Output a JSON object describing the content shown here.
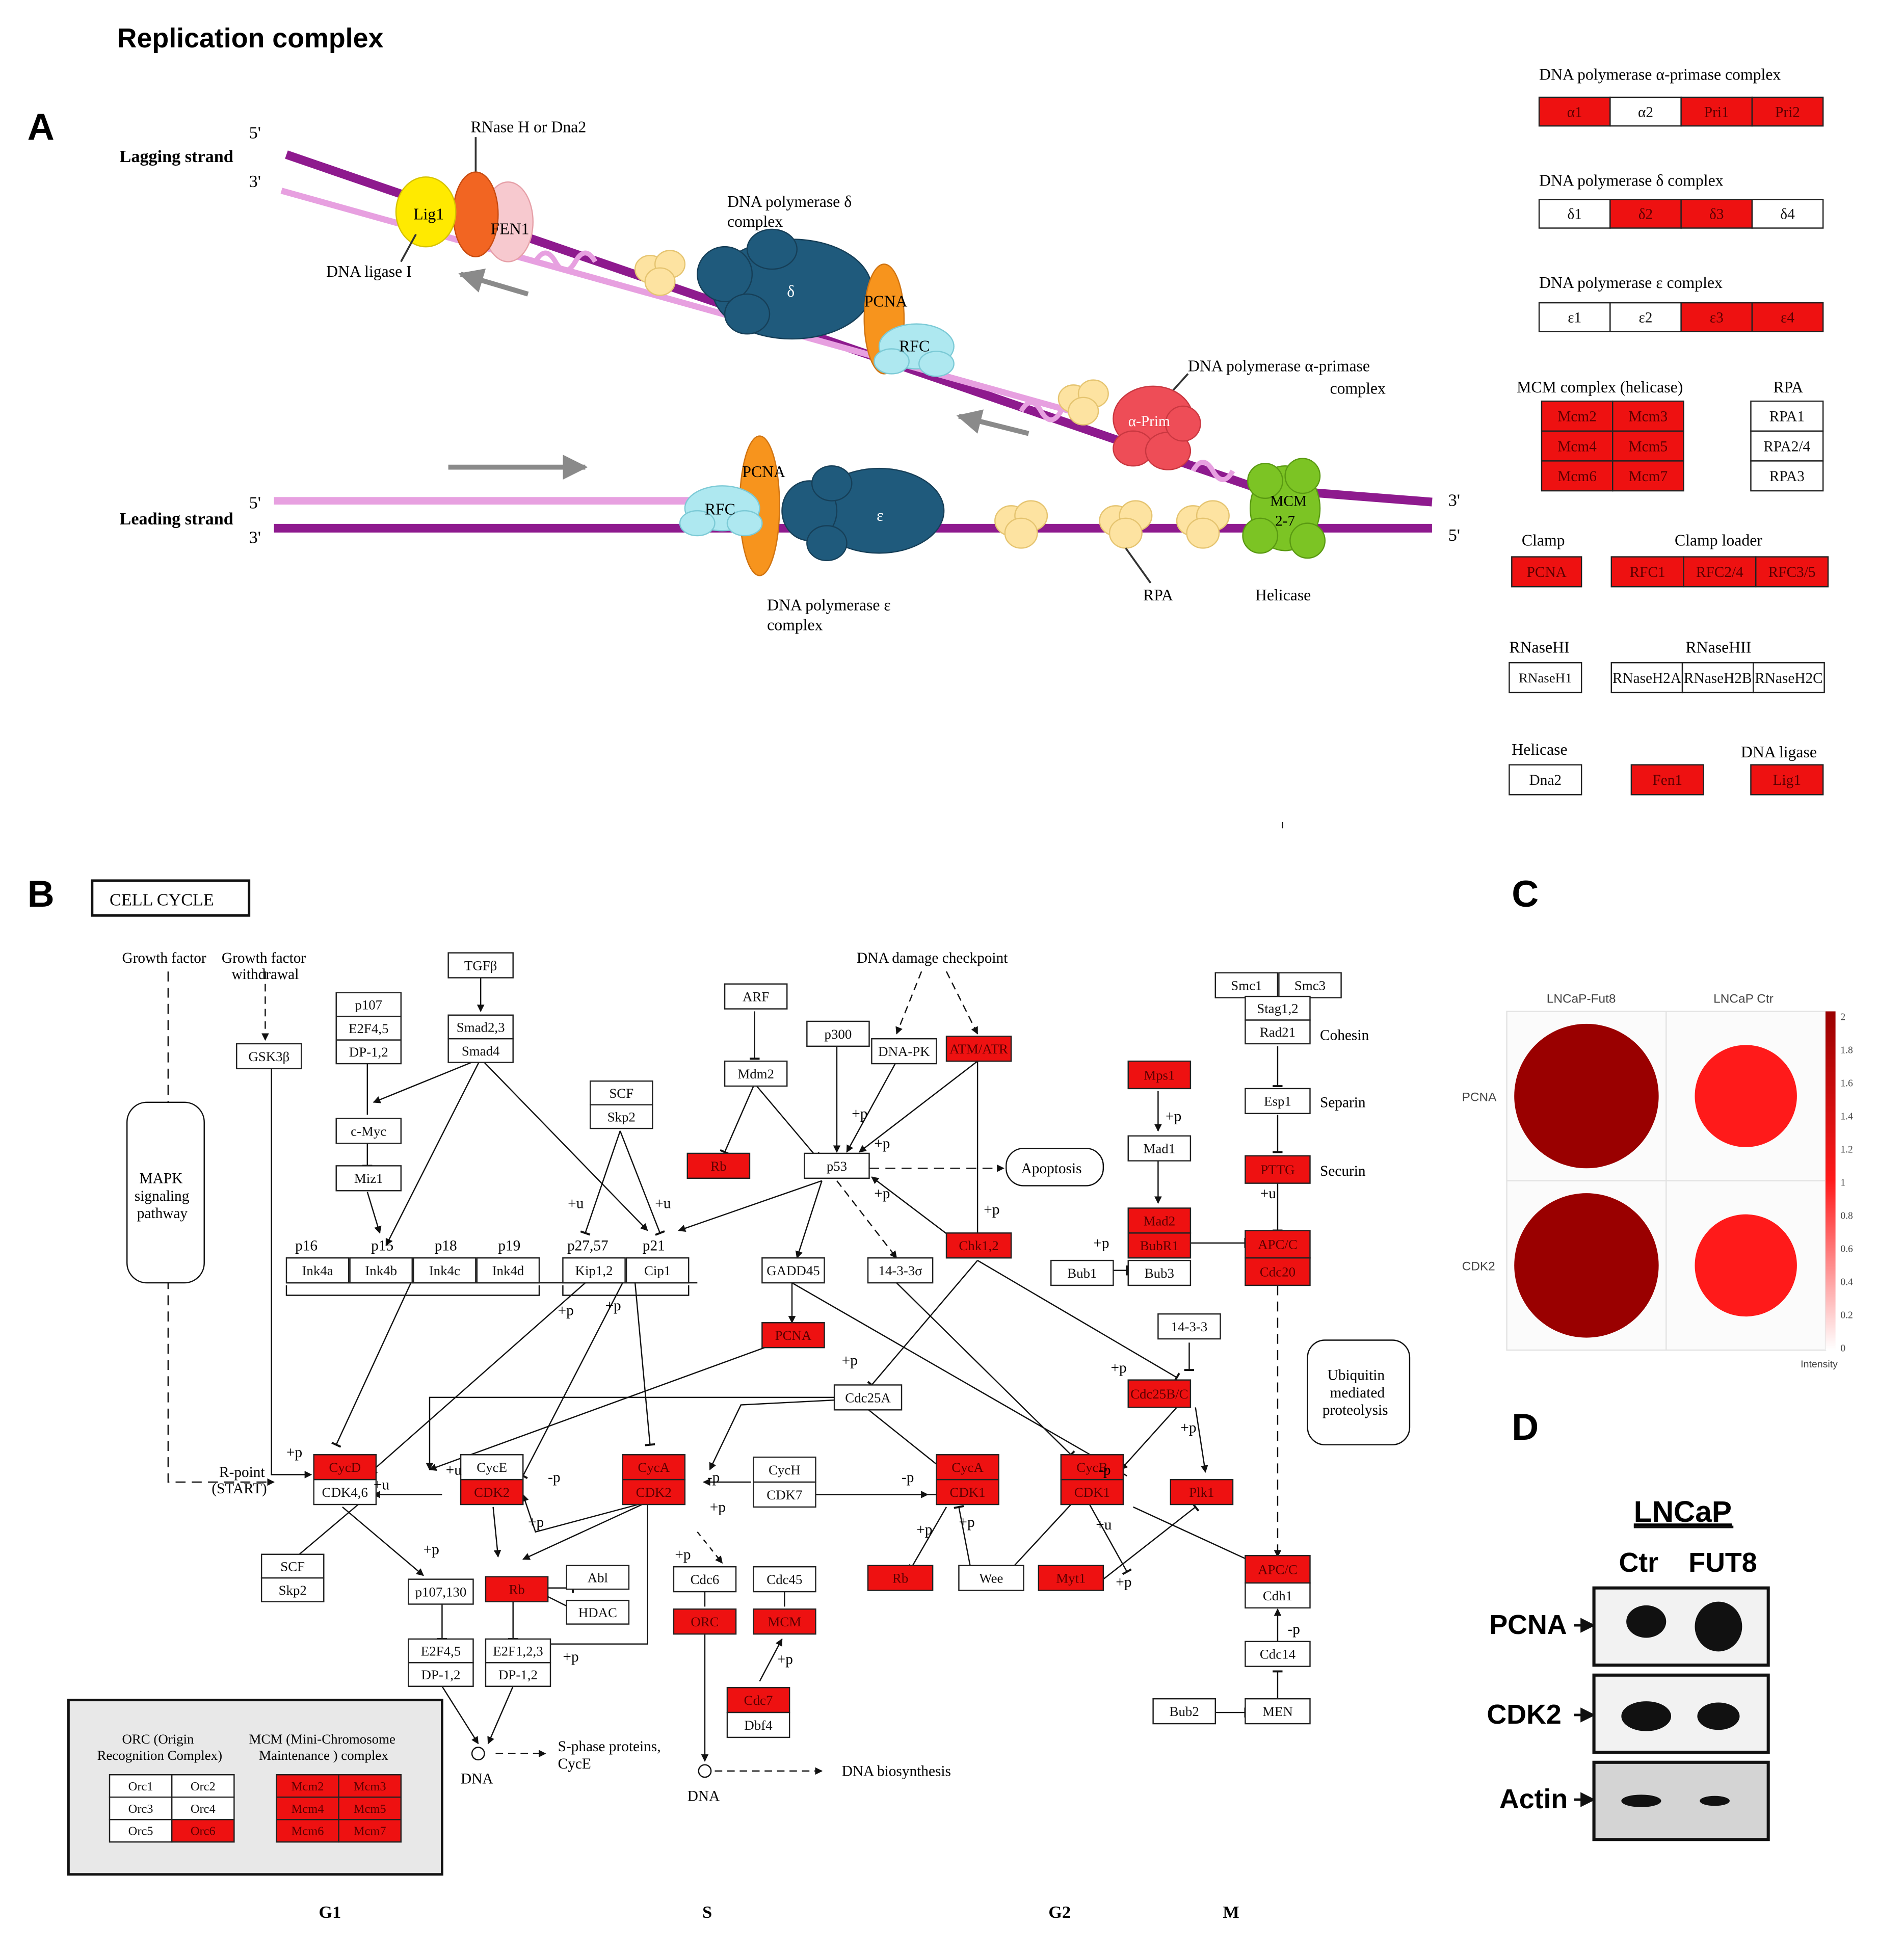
{
  "colors": {
    "red": "#ee1111",
    "gene_border": "#222222",
    "purple": "#8e1a8e",
    "pink": "#e7a0e0",
    "teal": "#1f5a7c",
    "orange": "#f7941d",
    "lightblue": "#aee8f0",
    "yellow": "#ffea00",
    "green": "#7cc424",
    "heat_max": "#9a0000",
    "heat_min": "#ffffff"
  },
  "figure": {
    "title": "Replication complex",
    "panel_a": "A",
    "panel_b": "B",
    "panel_c": "C",
    "panel_d": "D"
  },
  "panel_a": {
    "lagging_strand": "Lagging strand",
    "leading_strand": "Leading strand",
    "five_prime": "5'",
    "three_prime": "3'",
    "rnase_label": "RNase H or Dna2",
    "lig1": "Lig1",
    "fen1": "FEN1",
    "dna_ligase": "DNA ligase I",
    "pol_delta_1": "DNA polymerase δ",
    "pol_delta_2": "complex",
    "delta": "δ",
    "pcna": "PCNA",
    "rfc": "RFC",
    "pol_alpha_1": "DNA polymerase α-primase",
    "pol_alpha_2": "complex",
    "alpha_prim": "α-Prim",
    "epsilon": "ε",
    "pol_eps_1": "DNA polymerase ε",
    "pol_eps_2": "complex",
    "rpa": "RPA",
    "mcm_1": "MCM",
    "mcm_2": "2-7",
    "helicase": "Helicase"
  },
  "legend_a": {
    "alpha_title": "DNA polymerase α-primase complex",
    "alpha": [
      {
        "t": "α1",
        "red": true
      },
      {
        "t": "α2",
        "red": false
      },
      {
        "t": "Pri1",
        "red": true
      },
      {
        "t": "Pri2",
        "red": true
      }
    ],
    "delta_title": "DNA polymerase δ complex",
    "delta": [
      {
        "t": "δ1",
        "red": false
      },
      {
        "t": "δ2",
        "red": true
      },
      {
        "t": "δ3",
        "red": true
      },
      {
        "t": "δ4",
        "red": false
      }
    ],
    "eps_title": "DNA polymerase ε complex",
    "eps": [
      {
        "t": "ε1",
        "red": false
      },
      {
        "t": "ε2",
        "red": false
      },
      {
        "t": "ε3",
        "red": true
      },
      {
        "t": "ε4",
        "red": true
      }
    ],
    "mcm_title": "MCM complex (helicase)",
    "mcm": [
      {
        "t": "Mcm2",
        "red": true
      },
      {
        "t": "Mcm3",
        "red": true
      },
      {
        "t": "Mcm4",
        "red": true
      },
      {
        "t": "Mcm5",
        "red": true
      },
      {
        "t": "Mcm6",
        "red": true
      },
      {
        "t": "Mcm7",
        "red": true
      }
    ],
    "rpa_title": "RPA",
    "rpa": [
      {
        "t": "RPA1",
        "red": false
      },
      {
        "t": "RPA2/4",
        "red": false
      },
      {
        "t": "RPA3",
        "red": false
      }
    ],
    "clamp_title": "Clamp",
    "clamp": {
      "t": "PCNA",
      "red": true
    },
    "loader_title": "Clamp loader",
    "loader": [
      {
        "t": "RFC1",
        "red": true
      },
      {
        "t": "RFC2/4",
        "red": true
      },
      {
        "t": "RFC3/5",
        "red": true
      }
    ],
    "rnaseh1_title": "RNaseHI",
    "rnaseh1": {
      "t": "RNaseH1",
      "red": false
    },
    "rnaseh2_title": "RNaseHII",
    "rnaseh2": [
      {
        "t": "RNaseH2A",
        "red": false
      },
      {
        "t": "RNaseH2B",
        "red": false
      },
      {
        "t": "RNaseH2C",
        "red": false
      }
    ],
    "helicase_title": "Helicase",
    "helicase": {
      "t": "Dna2",
      "red": false
    },
    "fen1": {
      "t": "Fen1",
      "red": true
    },
    "ligase_title": "DNA ligase",
    "ligase": {
      "t": "Lig1",
      "red": true
    }
  },
  "panel_b": {
    "title": "CELL CYCLE",
    "nodes": [
      {
        "t": "TGFβ",
        "red": false
      },
      {
        "t": "p107",
        "red": false
      },
      {
        "t": "E2F4,5",
        "red": false
      },
      {
        "t": "DP-1,2",
        "red": false
      },
      {
        "t": "Smad2,3",
        "red": false
      },
      {
        "t": "Smad4",
        "red": false
      },
      {
        "t": "GSK3β",
        "red": false
      },
      {
        "t": "c-Myc",
        "red": false
      },
      {
        "t": "Miz1",
        "red": false
      },
      {
        "t": "SCF",
        "red": false
      },
      {
        "t": "Skp2",
        "red": false
      },
      {
        "t": "Ink4a",
        "red": false
      },
      {
        "t": "Ink4b",
        "red": false
      },
      {
        "t": "Ink4c",
        "red": false
      },
      {
        "t": "Ink4d",
        "red": false
      },
      {
        "t": "Kip1,2",
        "red": false
      },
      {
        "t": "Cip1",
        "red": false
      },
      {
        "t": "ARF",
        "red": false
      },
      {
        "t": "Mdm2",
        "red": false
      },
      {
        "t": "Rb",
        "red": true
      },
      {
        "t": "p300",
        "red": false
      },
      {
        "t": "DNA-PK",
        "red": false
      },
      {
        "t": "ATM/ATR",
        "red": true
      },
      {
        "t": "p53",
        "red": false
      },
      {
        "t": "GADD45",
        "red": false
      },
      {
        "t": "14-3-3σ",
        "red": false
      },
      {
        "t": "Chk1,2",
        "red": true
      },
      {
        "t": "PCNA",
        "red": true
      },
      {
        "t": "Cdc25A",
        "red": false
      },
      {
        "t": "CycD",
        "red": true
      },
      {
        "t": "CDK4,6",
        "red": false
      },
      {
        "t": "CycE",
        "red": false
      },
      {
        "t": "CDK2",
        "red": true
      },
      {
        "t": "CycA",
        "red": true
      },
      {
        "t": "CDK2",
        "red": true
      },
      {
        "t": "CycH",
        "red": false
      },
      {
        "t": "CDK7",
        "red": false
      },
      {
        "t": "CycA",
        "red": true
      },
      {
        "t": "CDK1",
        "red": true
      },
      {
        "t": "CycB",
        "red": true
      },
      {
        "t": "CDK1",
        "red": true
      },
      {
        "t": "Plk1",
        "red": true
      },
      {
        "t": "Cdc25B/C",
        "red": true
      },
      {
        "t": "14-3-3",
        "red": false
      },
      {
        "t": "Mps1",
        "red": true
      },
      {
        "t": "Mad1",
        "red": false
      },
      {
        "t": "Mad2",
        "red": true
      },
      {
        "t": "BubR1",
        "red": true
      },
      {
        "t": "Bub1",
        "red": false
      },
      {
        "t": "Bub3",
        "red": false
      },
      {
        "t": "APC/C",
        "red": true
      },
      {
        "t": "Cdc20",
        "red": true
      },
      {
        "t": "Smc1",
        "red": false
      },
      {
        "t": "Smc3",
        "red": false
      },
      {
        "t": "Stag1,2",
        "red": false
      },
      {
        "t": "Rad21",
        "red": false
      },
      {
        "t": "Esp1",
        "red": false
      },
      {
        "t": "PTTG",
        "red": true
      },
      {
        "t": "SCF",
        "red": false
      },
      {
        "t": "Skp2",
        "red": false
      },
      {
        "t": "p107,130",
        "red": false
      },
      {
        "t": "Rb",
        "red": true
      },
      {
        "t": "Abl",
        "red": false
      },
      {
        "t": "HDAC",
        "red": false
      },
      {
        "t": "E2F4,5",
        "red": false
      },
      {
        "t": "DP-1,2",
        "red": false
      },
      {
        "t": "E2F1,2,3",
        "red": false
      },
      {
        "t": "DP-1,2",
        "red": false
      },
      {
        "t": "Cdc6",
        "red": false
      },
      {
        "t": "Cdc45",
        "red": false
      },
      {
        "t": "ORC",
        "red": true
      },
      {
        "t": "MCM",
        "red": true
      },
      {
        "t": "Cdc7",
        "red": true
      },
      {
        "t": "Dbf4",
        "red": false
      },
      {
        "t": "Rb",
        "red": true
      },
      {
        "t": "Wee",
        "red": false
      },
      {
        "t": "Myt1",
        "red": true
      },
      {
        "t": "APC/C",
        "red": true
      },
      {
        "t": "Cdh1",
        "red": false
      },
      {
        "t": "Cdc14",
        "red": false
      },
      {
        "t": "Bub2",
        "red": false
      },
      {
        "t": "MEN",
        "red": false
      }
    ],
    "cdk_inhib_labels": [
      "p16",
      "p15",
      "p18",
      "p19",
      "p27,57",
      "p21"
    ],
    "growth_factor": "Growth factor",
    "gf_withdrawal_1": "Growth factor",
    "gf_withdrawal_2": "withdrawal",
    "mapk_1": "MAPK",
    "mapk_2": "signaling",
    "mapk_3": "pathway",
    "dna_damage": "DNA damage checkpoint",
    "apoptosis": "Apoptosis",
    "cohesin": "Cohesin",
    "separin": "Separin",
    "securin": "Securin",
    "ubiquitin_1": "Ubiquitin",
    "ubiquitin_2": "mediated",
    "ubiquitin_3": "proteolysis",
    "rpoint_1": "R-point",
    "rpoint_2": "(START)",
    "sphase_1": "S-phase proteins,",
    "sphase_2": "CycE",
    "dna": "DNA",
    "dna_bio": "DNA biosynthesis",
    "p": "+p",
    "mp": "-p",
    "u": "+u",
    "phase_labels": [
      "G1",
      "S",
      "G2",
      "M"
    ],
    "orc_legend_1": "ORC (Origin",
    "orc_legend_2": "Recognition Complex)",
    "mcm_legend_1": "MCM (Mini-Chromosome",
    "mcm_legend_2": "Maintenance ) complex",
    "orc_cells": [
      {
        "t": "Orc1",
        "red": false
      },
      {
        "t": "Orc2",
        "red": false
      },
      {
        "t": "Orc3",
        "red": false
      },
      {
        "t": "Orc4",
        "red": false
      },
      {
        "t": "Orc5",
        "red": false
      },
      {
        "t": "Orc6",
        "red": true
      }
    ],
    "mcm_cells": [
      {
        "t": "Mcm2",
        "red": true
      },
      {
        "t": "Mcm3",
        "red": true
      },
      {
        "t": "Mcm4",
        "red": true
      },
      {
        "t": "Mcm5",
        "red": true
      },
      {
        "t": "Mcm6",
        "red": true
      },
      {
        "t": "Mcm7",
        "red": true
      }
    ]
  },
  "panel_c": {
    "columns": [
      "LNCaP-Fut8",
      "LNCaP Ctr"
    ],
    "rows": [
      "PCNA",
      "CDK2"
    ],
    "values": [
      [
        2.0,
        1.0
      ],
      [
        2.0,
        1.0
      ]
    ],
    "scale_ticks": [
      "2",
      "1.8",
      "1.6",
      "1.4",
      "1.2",
      "1",
      "0.8",
      "0.6",
      "0.4",
      "0.2",
      "0"
    ],
    "scale_label": "Intensity"
  },
  "panel_d": {
    "cell_line": "LNCaP",
    "lanes": [
      "Ctr",
      "FUT8"
    ],
    "blots": [
      "PCNA",
      "CDK2",
      "Actin"
    ]
  }
}
